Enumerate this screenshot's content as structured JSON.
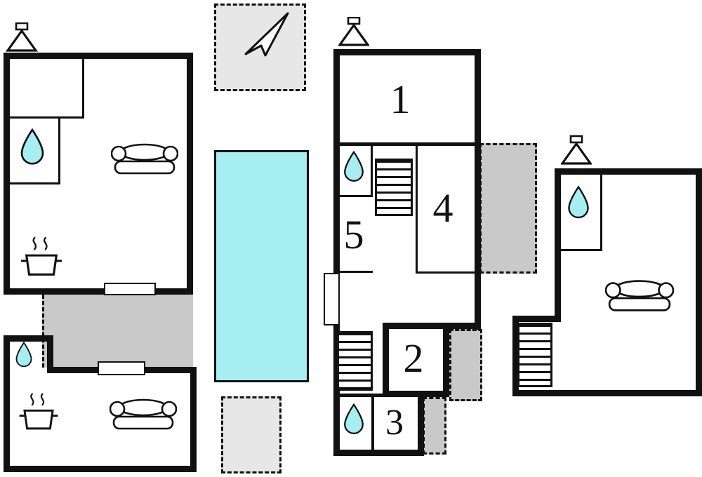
{
  "floorplan": {
    "room_labels": {
      "r1": "1",
      "r2": "2",
      "r3": "3",
      "r4": "4",
      "r5": "5"
    }
  },
  "colors": {
    "wall": "#111111",
    "pool": "#a6eef2",
    "water_drop": "#a6eef2",
    "terrace_gray": "#c9c9c9",
    "dashed_fill": "#e7e7e7",
    "background": "#ffffff"
  },
  "icons": {
    "bathroom": "water-drop-icon",
    "kitchen": "cooking-pot-icon",
    "living_room": "sofa-icon",
    "stairs": "stairs",
    "fireplace": "chimney-icon",
    "compass": "north-arrow-icon"
  }
}
